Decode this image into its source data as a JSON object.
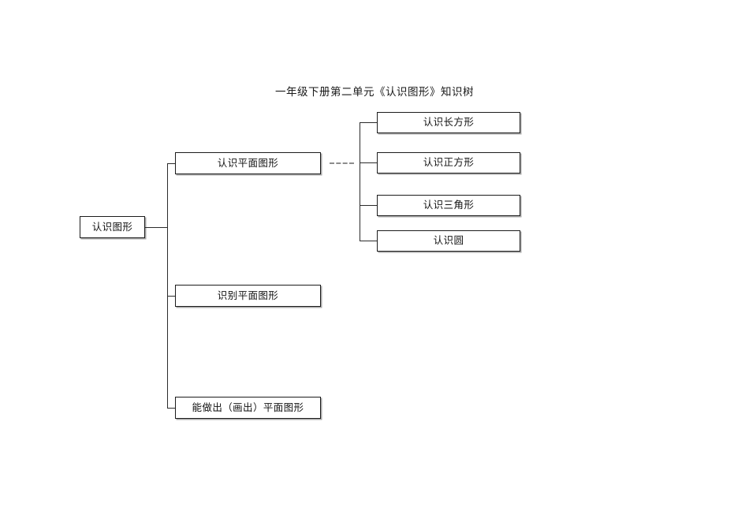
{
  "page": {
    "title": "一年级下册第二单元《认识图形》知识树",
    "background_color": "#ffffff",
    "box_border_color": "#1c1c1c",
    "box_shadow_color": "#a9a9a9",
    "connector_color": "#2b2b2b",
    "dashed_connector_color": "#8d8d8d"
  },
  "tree": {
    "root": {
      "label": "认识图形"
    },
    "branches": [
      {
        "label": "认识平面图形",
        "children": [
          {
            "label": "认识长方形"
          },
          {
            "label": "认识正方形"
          },
          {
            "label": "认识三角形"
          },
          {
            "label": "认识圆"
          }
        ]
      },
      {
        "label": "识别平面图形",
        "children": []
      },
      {
        "label": "能做出（画出）平面图形",
        "children": []
      }
    ]
  }
}
